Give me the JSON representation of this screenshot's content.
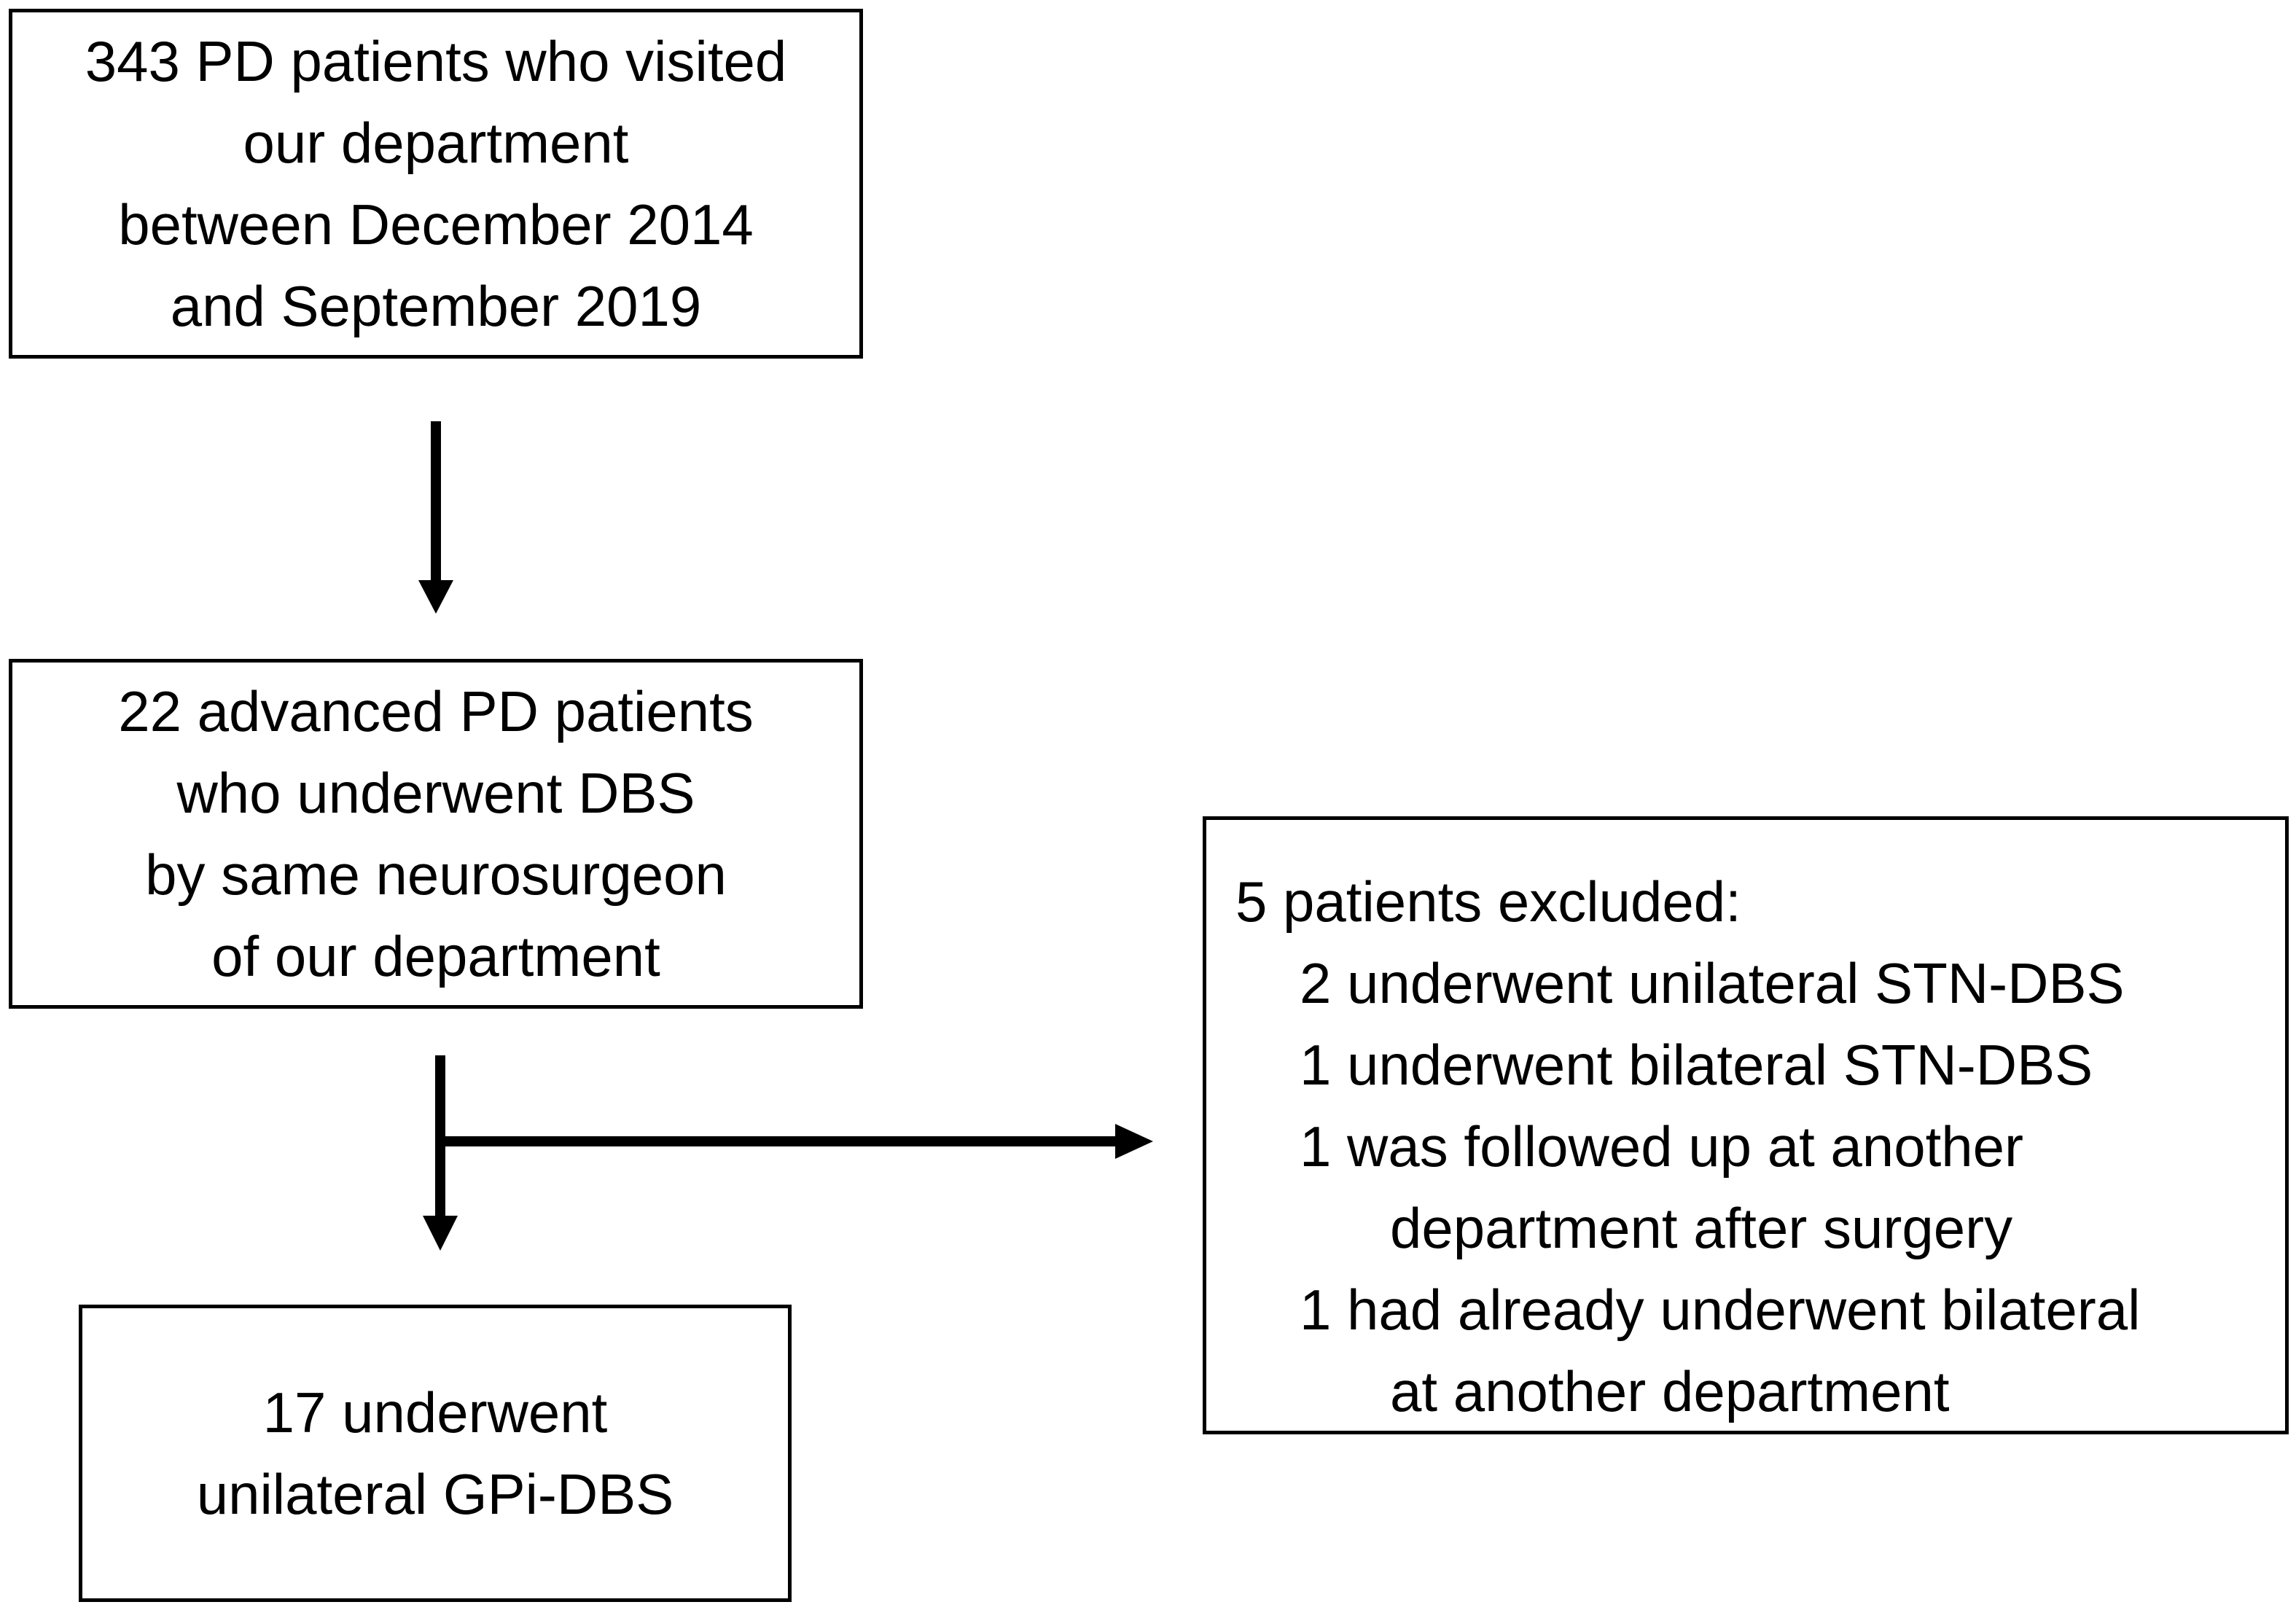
{
  "boxes": {
    "top": {
      "lines": [
        "343 PD patients who visited",
        "our department",
        "between December 2014",
        "and September 2019"
      ]
    },
    "middle": {
      "lines": [
        "22 advanced PD patients",
        "who underwent DBS",
        "by same neurosurgeon",
        "of our department"
      ]
    },
    "bottom": {
      "lines": [
        "17 underwent",
        "unilateral GPi-DBS"
      ]
    },
    "excluded": {
      "heading": "5 patients excluded:",
      "items": [
        "2 underwent unilateral STN-DBS",
        "1 underwent bilateral STN-DBS",
        "1 was followed up at another",
        "department after surgery",
        "1 had already underwent bilateral",
        "at another department"
      ]
    }
  },
  "colors": {
    "line": "#000000",
    "background": "#ffffff"
  }
}
